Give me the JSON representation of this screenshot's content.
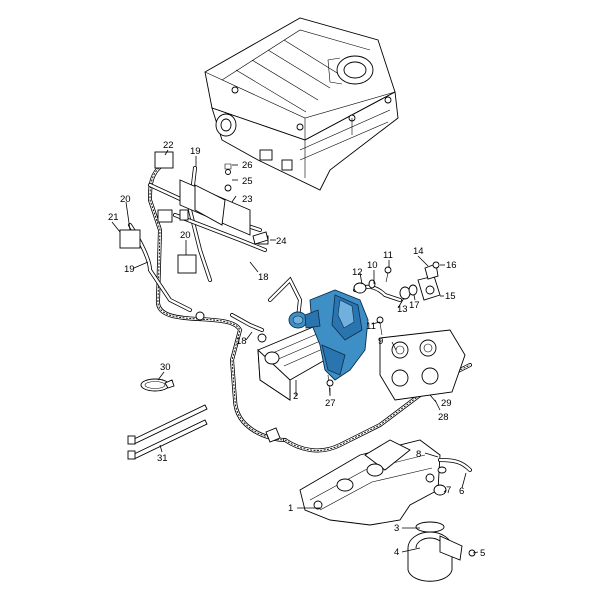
{
  "diagram": {
    "callouts": [
      {
        "id": "1",
        "label": "1"
      },
      {
        "id": "2",
        "label": "2"
      },
      {
        "id": "3",
        "label": "3"
      },
      {
        "id": "4",
        "label": "4"
      },
      {
        "id": "5",
        "label": "5"
      },
      {
        "id": "6",
        "label": "6"
      },
      {
        "id": "7",
        "label": "7"
      },
      {
        "id": "8",
        "label": "8"
      },
      {
        "id": "9",
        "label": "9"
      },
      {
        "id": "10",
        "label": "10"
      },
      {
        "id": "11a",
        "label": "11"
      },
      {
        "id": "11b",
        "label": "11"
      },
      {
        "id": "12",
        "label": "12"
      },
      {
        "id": "13",
        "label": "13"
      },
      {
        "id": "14",
        "label": "14"
      },
      {
        "id": "15",
        "label": "15"
      },
      {
        "id": "16",
        "label": "16"
      },
      {
        "id": "17",
        "label": "17"
      },
      {
        "id": "18a",
        "label": "18"
      },
      {
        "id": "18b",
        "label": "18"
      },
      {
        "id": "19a",
        "label": "19"
      },
      {
        "id": "19b",
        "label": "19"
      },
      {
        "id": "20a",
        "label": "20"
      },
      {
        "id": "20b",
        "label": "20"
      },
      {
        "id": "21",
        "label": "21"
      },
      {
        "id": "22",
        "label": "22"
      },
      {
        "id": "23",
        "label": "23"
      },
      {
        "id": "24",
        "label": "24"
      },
      {
        "id": "25",
        "label": "25"
      },
      {
        "id": "26",
        "label": "26"
      },
      {
        "id": "27",
        "label": "27"
      },
      {
        "id": "28",
        "label": "28"
      },
      {
        "id": "29",
        "label": "29"
      },
      {
        "id": "30",
        "label": "30"
      },
      {
        "id": "31",
        "label": "31"
      }
    ],
    "highlight_color": "#3f8fc7",
    "highlighted_part": "egr-valve-assembly"
  }
}
